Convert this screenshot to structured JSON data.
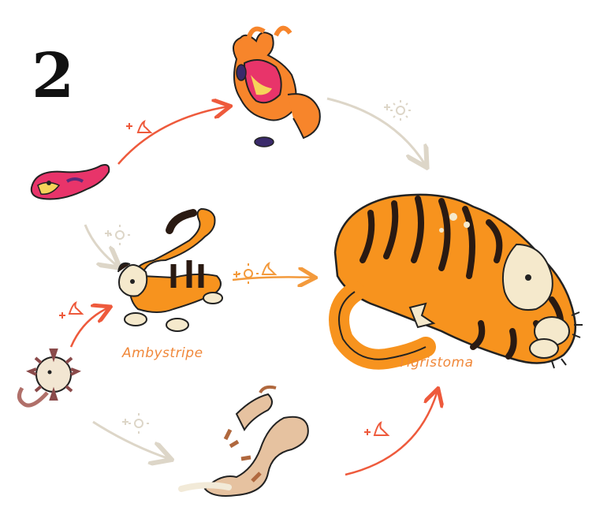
{
  "page_number": "2",
  "labels": {
    "ambystripe": "Ambystripe",
    "tigristoma": "Tigristoma"
  },
  "colors": {
    "fire_arrow": "#ee5a3c",
    "sun_arrow": "#ddd6c8",
    "both_arrow": "#f39a3c",
    "tiger_orange": "#f7931e",
    "stripe": "#2a1a12",
    "cream": "#f5e9cc"
  },
  "icons": [
    "fire-icon",
    "sun-icon"
  ]
}
